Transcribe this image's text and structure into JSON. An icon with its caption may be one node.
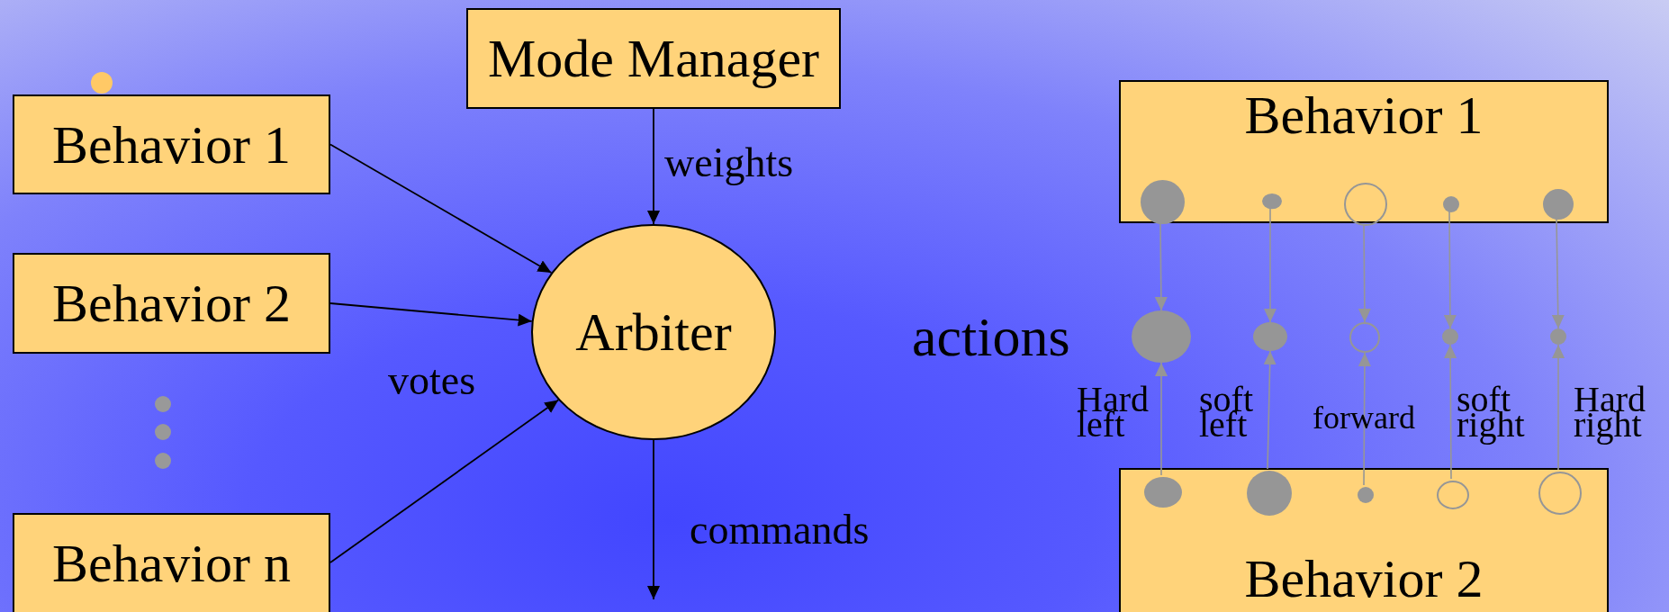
{
  "diagram": {
    "nodes": [
      {
        "text": [
          "Behavior 1"
        ]
      },
      {
        "text": [
          "Behavior 2"
        ]
      },
      {
        "text": [
          "Behavior n"
        ]
      },
      {
        "text": [
          "Mode Manager"
        ]
      },
      {
        "text": [
          "Arbiter"
        ]
      },
      {
        "text": [
          "Behavior 1"
        ]
      },
      {
        "text": [],
        "shape": "circle",
        "in": 5
      },
      {
        "text": [],
        "shape": "circle",
        "in": 5
      },
      {
        "text": [],
        "shape": "ring",
        "in": 5
      },
      {
        "text": [],
        "shape": "circle",
        "in": 5
      },
      {
        "text": [],
        "shape": "circle",
        "in": 5
      },
      {
        "text": [],
        "shape": "circle"
      },
      {
        "text": [],
        "shape": "circle"
      },
      {
        "text": [],
        "shape": "ring"
      },
      {
        "text": [],
        "shape": "circle"
      },
      {
        "text": [],
        "shape": "circle"
      },
      {
        "text": [
          "Behavior 2"
        ]
      },
      {
        "text": [],
        "shape": "circle",
        "in": 16
      },
      {
        "text": [],
        "shape": "circle",
        "in": 16
      },
      {
        "text": [],
        "shape": "circle",
        "in": 16
      },
      {
        "text": [],
        "shape": "ring",
        "in": 16
      },
      {
        "text": [],
        "shape": "ring",
        "in": 16
      }
    ],
    "edges": [
      {
        "from": 0,
        "to": 4,
        "arrow": "to",
        "color": "#000000"
      },
      {
        "from": 1,
        "to": 4,
        "arrow": "to",
        "color": "#000000"
      },
      {
        "from": 2,
        "to": 4,
        "arrow": "to",
        "color": "#000000"
      },
      {
        "from": 3,
        "to": 4,
        "arrow": "to",
        "label": "weights",
        "color": "#000000"
      },
      {
        "from": 4,
        "to": null,
        "arrow": "to",
        "label": "commands",
        "color": "#000000"
      },
      {
        "from": 6,
        "to": 11,
        "arrow": "to"
      },
      {
        "from": 7,
        "to": 12,
        "arrow": "to"
      },
      {
        "from": 8,
        "to": 13,
        "arrow": "to"
      },
      {
        "from": 9,
        "to": 14,
        "arrow": "to"
      },
      {
        "from": 10,
        "to": 15,
        "arrow": "to"
      },
      {
        "from": 17,
        "to": 11,
        "arrow": "to"
      },
      {
        "from": 18,
        "to": 12,
        "arrow": "to"
      },
      {
        "from": 19,
        "to": 13,
        "arrow": "to"
      },
      {
        "from": 20,
        "to": 14,
        "arrow": "to"
      },
      {
        "from": 21,
        "to": 15,
        "arrow": "to"
      }
    ],
    "labels": [
      "votes",
      "actions",
      "Hard left",
      "soft left",
      "forward",
      "soft right",
      "Hard right"
    ]
  }
}
